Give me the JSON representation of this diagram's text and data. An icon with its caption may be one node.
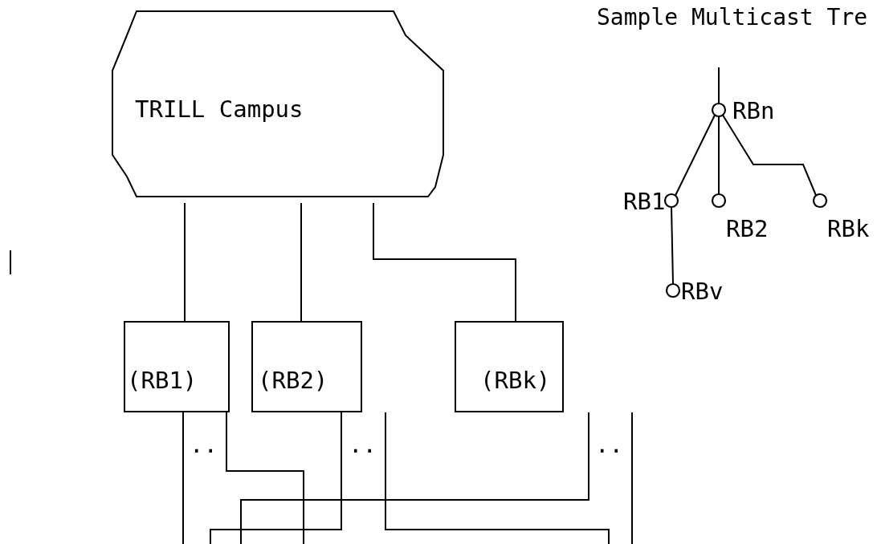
{
  "diagram": {
    "title": "Sample Multicast Tre",
    "nodes": [
      {
        "text": [
          "TRILL Campus"
        ]
      },
      {
        "text": [
          "(RB1)"
        ]
      },
      {
        "text": [
          "(RB2)"
        ]
      },
      {
        "text": [
          "(RBk)"
        ]
      },
      {
        "text": [
          "RBn"
        ]
      },
      {
        "text": [
          "RB1"
        ]
      },
      {
        "text": [
          "RB2"
        ]
      },
      {
        "text": [
          "RBk"
        ]
      },
      {
        "text": [
          "RBv"
        ]
      }
    ],
    "edges": [
      {
        "from": 0,
        "to": 1,
        "arrow": "none"
      },
      {
        "from": 0,
        "to": 2,
        "arrow": "none"
      },
      {
        "from": 0,
        "to": 3,
        "arrow": "none"
      },
      {
        "from": null,
        "to": 4,
        "arrow": "none"
      },
      {
        "from": 4,
        "to": 5,
        "arrow": "none"
      },
      {
        "from": 4,
        "to": 6,
        "arrow": "none"
      },
      {
        "from": 4,
        "to": 7,
        "arrow": "none"
      },
      {
        "from": 5,
        "to": 8,
        "arrow": "none"
      }
    ],
    "labels": [
      "..",
      "..",
      ".."
    ]
  }
}
